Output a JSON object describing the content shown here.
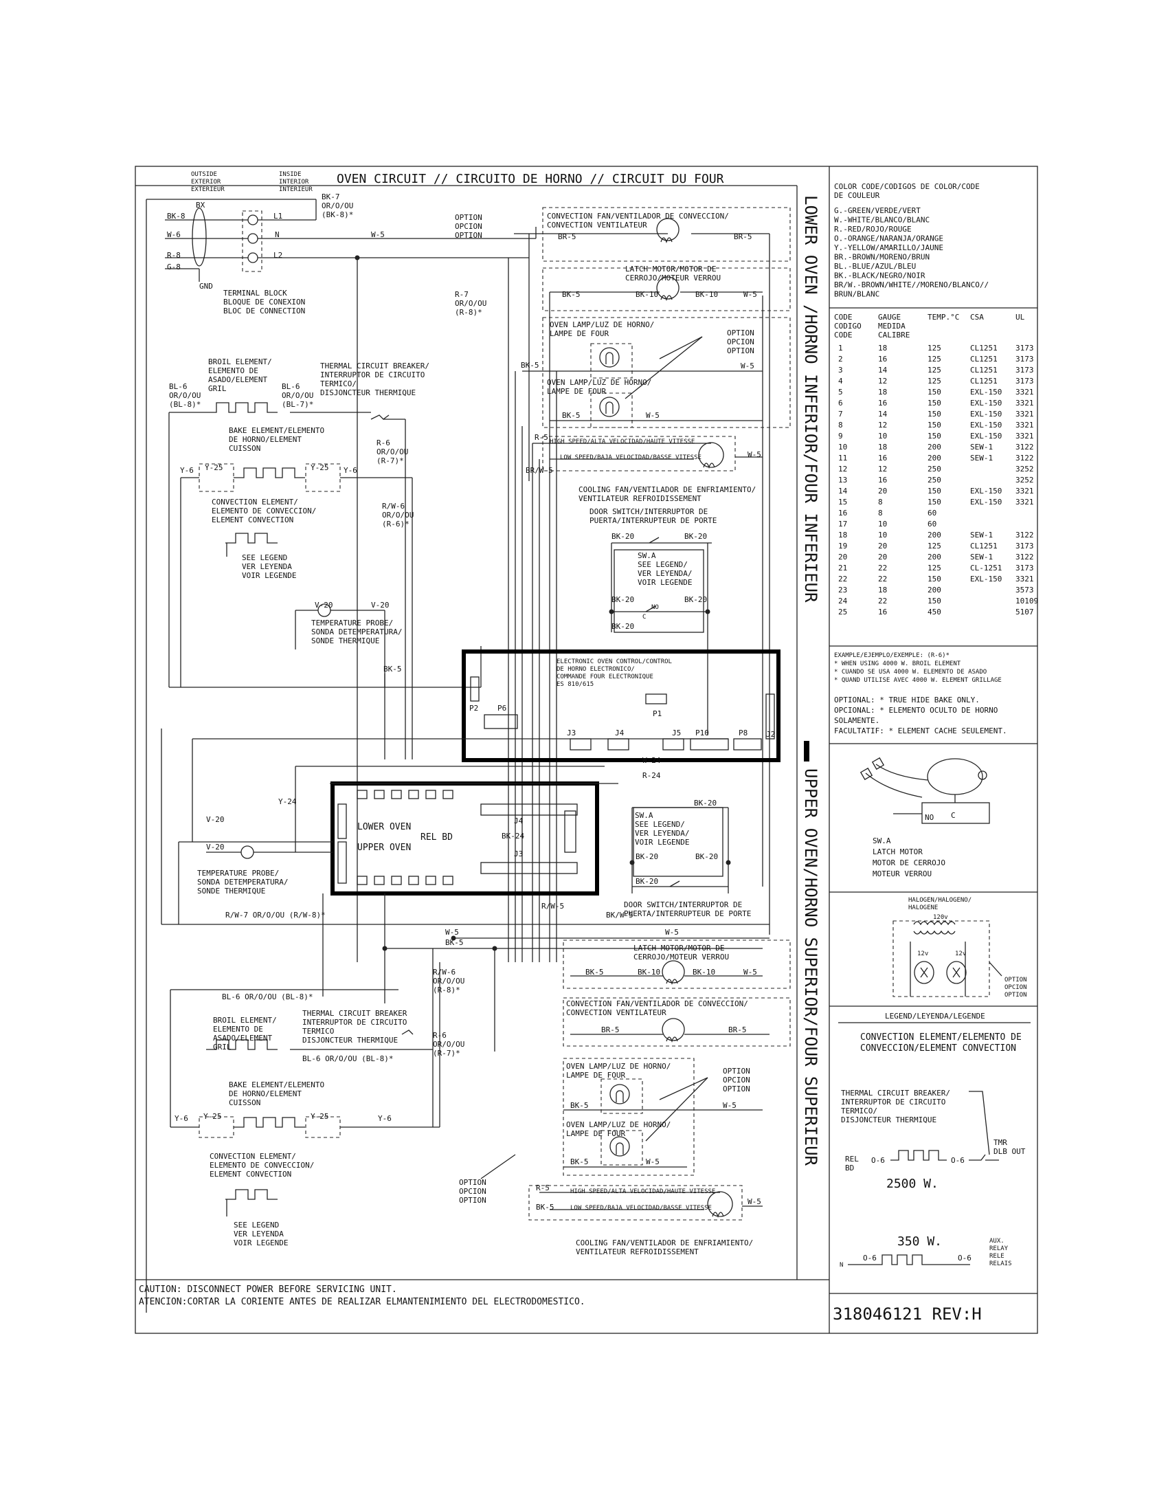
{
  "header": {
    "outside": "OUTSIDE\nEXTERIOR\nEXTERIEUR",
    "inside": "INSIDE\nINTERIOR\nINTERIEUR",
    "title": "OVEN CIRCUIT // CIRCUITO DE HORNO // CIRCUIT DU FOUR"
  },
  "side_banner": {
    "lower": "LOWER OVEN /HORNO INFERIOR/FOUR INFERIEUR",
    "upper": "UPPER OVEN/HORNO SUPERIOR/FOUR SUPERIEUR"
  },
  "color_code": {
    "title": "COLOR CODE/CODIGOS DE COLOR/CODE\nDE COULEUR",
    "entries": [
      "G.-GREEN/VERDE/VERT",
      "W.-WHITE/BLANCO/BLANC",
      "R.-RED/ROJO/ROUGE",
      "O.-ORANGE/NARANJA/ORANGE",
      "Y.-YELLOW/AMARILLO/JAUNE",
      "BR.-BROWN/MORENO/BRUN",
      "BL.-BLUE/AZUL/BLEU",
      "BK.-BLACK/NEGRO/NOIR",
      "BR/W.-BROWN/WHITE//MORENO/BLANCO//",
      "      BRUN/BLANC"
    ]
  },
  "gauge_table": {
    "headers": [
      "CODE\nCODIGO\nCODE",
      "GAUGE\nMEDIDA\nCALIBRE",
      "TEMP.°C",
      "CSA",
      "UL"
    ],
    "rows": [
      [
        "1",
        "18",
        "125",
        "CL1251",
        "3173"
      ],
      [
        "2",
        "16",
        "125",
        "CL1251",
        "3173"
      ],
      [
        "3",
        "14",
        "125",
        "CL1251",
        "3173"
      ],
      [
        "4",
        "12",
        "125",
        "CL1251",
        "3173"
      ],
      [
        "5",
        "18",
        "150",
        "EXL-150",
        "3321"
      ],
      [
        "6",
        "16",
        "150",
        "EXL-150",
        "3321"
      ],
      [
        "7",
        "14",
        "150",
        "EXL-150",
        "3321"
      ],
      [
        "8",
        "12",
        "150",
        "EXL-150",
        "3321"
      ],
      [
        "9",
        "10",
        "150",
        "EXL-150",
        "3321"
      ],
      [
        "10",
        "18",
        "200",
        "SEW-1",
        "3122"
      ],
      [
        "11",
        "16",
        "200",
        "SEW-1",
        "3122"
      ],
      [
        "12",
        "12",
        "250",
        "",
        "3252"
      ],
      [
        "13",
        "16",
        "250",
        "",
        "3252"
      ],
      [
        "14",
        "20",
        "150",
        "EXL-150",
        "3321"
      ],
      [
        "15",
        "8",
        "150",
        "EXL-150",
        "3321"
      ],
      [
        "16",
        "8",
        "60",
        "",
        ""
      ],
      [
        "17",
        "10",
        "60",
        "",
        ""
      ],
      [
        "18",
        "10",
        "200",
        "SEW-1",
        "3122"
      ],
      [
        "19",
        "20",
        "125",
        "CL1251",
        "3173"
      ],
      [
        "20",
        "20",
        "200",
        "SEW-1",
        "3122"
      ],
      [
        "21",
        "22",
        "125",
        "CL-1251",
        "3173"
      ],
      [
        "22",
        "22",
        "150",
        "EXL-150",
        "3321"
      ],
      [
        "23",
        "18",
        "200",
        "",
        "3573"
      ],
      [
        "24",
        "22",
        "150",
        "",
        "10109"
      ],
      [
        "25",
        "16",
        "450",
        "",
        "5107"
      ]
    ]
  },
  "example": {
    "line1": "EXAMPLE/EJEMPLO/EXEMPLE: (R-6)*",
    "line2": "* WHEN USING 4000 W. BROIL ELEMENT",
    "line3": "* CUANDO SE USA 4000 W. ELEMENTO DE ASADO",
    "line4": "* QUAND UTILISE AVEC 4000 W. ELEMENT GRILLAGE"
  },
  "optional": {
    "l1": "OPTIONAL:  * TRUE HIDE BAKE ONLY.",
    "l2": "OPCIONAL:  * ELEMENTO OCULTO DE HORNO",
    "l3": "             SOLAMENTE.",
    "l4": "FACULTATIF: * ELEMENT CACHE SEULEMENT."
  },
  "latch_legend": {
    "no": "NO",
    "c": "C",
    "l1": "SW.A",
    "l2": "LATCH MOTOR",
    "l3": "MOTOR DE CERROJO",
    "l4": "MOTEUR VERROU"
  },
  "halogen": {
    "title": "HALOGEN/HALOGENO/\nHALOGENE",
    "v120": "120v",
    "v12a": "12v",
    "v12b": "12v",
    "option": "OPTION\nOPCION\nOPTION"
  },
  "legend": {
    "title": "LEGEND/LEYENDA/LEGENDE",
    "conv": "CONVECTION ELEMENT/ELEMENTO DE\nCONVECCION/ELEMENT CONVECTION",
    "breaker": "THERMAL CIRCUIT BREAKER/\nINTERRUPTOR DE CIRCUITO\nTERMICO/\nDISJONCTEUR THERMIQUE",
    "tmr": "TMR\nDLB OUT",
    "rel": "REL\nBD",
    "o6a": "O-6",
    "o6b": "O-6",
    "w2500": "2500 W.",
    "w350": "350 W.",
    "aux": "AUX.\nRELAY\nRELE\nRELAIS",
    "n": "N",
    "o6c": "O-6",
    "o6d": "O-6"
  },
  "caution": {
    "l1": "CAUTION: DISCONNECT POWER BEFORE SERVICING UNIT.",
    "l2": "ATENCION:CORTAR LA CORIENTE ANTES DE REALIZAR ELMANTENIMIENTO DEL ELECTRODOMESTICO."
  },
  "part_no": "318046121 REV:H",
  "labels": {
    "bx": "BX",
    "bk8": "BK-8",
    "w6": "W-6",
    "r8": "R-8",
    "g8": "G-8",
    "gnd": "GND",
    "l1": "L1",
    "n": "N",
    "l2": "L2",
    "bk7": "BK-7\nOR/O/OU\n(BK-8)*",
    "tb": "TERMINAL BLOCK\nBLOQUE DE CONEXION\nBLOC DE CONNECTION",
    "w5_top": "W-5",
    "option1": "OPTION\nOPCION\nOPTION",
    "r7": "R-7\nOR/O/OU\n(R-8)*",
    "conv_fan_l": "CONVECTION FAN/VENTILADOR DE CONVECCION/\nCONVECTION VENTILATEUR",
    "br5a": "BR-5",
    "br5b": "BR-5",
    "latch_l": "LATCH MOTOR/MOTOR DE\nCERROJO/MOTEUR VERROU",
    "bk5a": "BK-5",
    "bk10a": "BK-10",
    "bk10b": "BK-10",
    "w5a": "W-5",
    "lamp_l1": "OVEN LAMP/LUZ DE HORNO/\nLAMPE DE FOUR",
    "option2": "OPTION\nOPCION\nOPTION",
    "bk5b": "BK-5",
    "w5b": "W-5",
    "lamp_l2": "OVEN LAMP/LUZ DE HORNO/\nLAMPE DE FOUR",
    "bk5c": "BK-5",
    "w5c": "W-5",
    "broil_l": "BROIL ELEMENT/\nELEMENTO DE\nASADO/ELEMENT\nGRIL",
    "bl6a": "BL-6\nOR/O/OU\n(BL-8)*",
    "bl6b": "BL-6\nOR/O/OU\n(BL-7)*",
    "tcb_l": "THERMAL CIRCUIT BREAKER/\nINTERRUPTOR DE CIRCUITO\nTERMICO/\nDISJONCTEUR THERMIQUE",
    "bake_l": "BAKE ELEMENT/ELEMENTO\nDE HORNO/ELEMENT\nCUISSON",
    "r6a": "R-6\nOR/O/OU\n(R-7)*",
    "y6a": "Y-6",
    "y25a": "Y-25",
    "y25b": "Y-25",
    "y6b": "Y-6",
    "conv_el_l": "CONVECTION ELEMENT/\nELEMENTO DE CONVECCION/\nELEMENT CONVECTION",
    "rw6a": "R/W-6\nOR/O/OU\n(R-6)*",
    "see_l": "SEE LEGEND\nVER LEYENDA\nVOIR LEGENDE",
    "r5a": "R-5",
    "hs_l": "HIGH SPEED/ALTA VELOCIDAD/HAUTE VITESSE",
    "ls_l": "LOW SPEED/BAJA VELOCIDAD/BASSE VITESSE",
    "brw5": "BR/W-5",
    "w5d": "W-5",
    "cool_l": "COOLING FAN/VENTILADOR DE ENFRIAMIENTO/\nVENTILATEUR REFROIDISSEMENT",
    "door_l": "DOOR SWITCH/INTERRUPTOR DE\nPUERTA/INTERRUPTEUR DE PORTE",
    "bk20a": "BK-20",
    "bk20b": "BK-20",
    "swa_l": "SW.A\nSEE LEGEND/\nVER LEYENDA/\nVOIR LEGENDE",
    "bk20c": "BK-20",
    "bk20d": "BK-20",
    "bk20e": "BK-20",
    "no": "NO",
    "c": "C",
    "v20a": "V-20",
    "v20b": "V-20",
    "probe_l": "TEMPERATURE PROBE/\nSONDA DETEMPERATURA/\nSONDE THERMIQUE",
    "bk5d": "BK-5",
    "eoc": "ELECTRONIC OVEN CONTROL/CONTROL\nDE HORNO ELECTRONICO/\nCOMMANDE FOUR ELECTRONIQUE\nES 810/615",
    "p1": "P1",
    "p2": "P2",
    "p6": "P6",
    "j3": "J3",
    "j4": "J4",
    "j5": "J5",
    "p10": "P10",
    "p8": "P8",
    "j2": "J2",
    "w24": "W-24",
    "r24": "R-24",
    "y24": "Y-24",
    "relbd_top": "LOWER OVEN",
    "relbd_mid": "REL BD",
    "relbd_bot": "UPPER OVEN",
    "j4b": "J4",
    "bk24": "BK-24",
    "j3b": "J3",
    "v20c": "V-20",
    "v20d": "V-20",
    "probe_l2": "TEMPERATURE PROBE/\nSONDA DETEMPERATURA/\nSONDE THERMIQUE",
    "bk20f": "BK-20",
    "swa_l2": "SW.A\nSEE LEGEND/\nVER LEYENDA/\nVOIR LEGENDE",
    "bk20g": "BK-20",
    "bk20h": "BK-20",
    "bk20i": "BK-20",
    "door_l2": "DOOR SWITCH/INTERRUPTOR DE\nPUERTA/INTERRUPTEUR DE PORTE",
    "rw5": "R/W-5",
    "bkw5": "BK/W-5",
    "rw7": "R/W-7 OR/O/OU (R/W-8)*",
    "w5e": "W-5",
    "w5f": "W-5",
    "bk5e": "BK-5",
    "latch_u": "LATCH MOTOR/MOTOR DE\nCERROJO/MOTEUR VERROU",
    "bk5f": "BK-5",
    "bk10c": "BK-10",
    "bk10d": "BK-10",
    "w5g": "W-5",
    "rw6b": "R/W-6\nOR/O/OU\n(R-8)*",
    "bl6c": "BL-6 OR/O/OU (BL-8)*",
    "broil_u": "BROIL ELEMENT/\nELEMENTO DE\nASADO/ELEMENT\nGRIL",
    "tcb_u": "THERMAL CIRCUIT BREAKER\nINTERRUPTOR DE CIRCUITO\nTERMICO\nDISJONCTEUR THERMIQUE",
    "r6b": "R-6\nOR/O/OU\n(R-7)*",
    "bl6d": "BL-6 OR/O/OU (BL-8)*",
    "conv_fan_u": "CONVECTION FAN/VENTILADOR DE CONVECCION/\nCONVECTION VENTILATEUR",
    "br5c": "BR-5",
    "br5d": "BR-5",
    "bake_u": "BAKE ELEMENT/ELEMENTO\nDE HORNO/ELEMENT\nCUISSON",
    "y6c": "Y-6",
    "y25c": "Y-25",
    "y25d": "Y-25",
    "y6d": "Y-6",
    "lamp_u1": "OVEN LAMP/LUZ DE HORNO/\nLAMPE DE FOUR",
    "option3": "OPTION\nOPCION\nOPTION",
    "bk5g": "BK-5",
    "w5h": "W-5",
    "lamp_u2": "OVEN LAMP/LUZ DE HORNO/\nLAMPE DE FOUR",
    "bk5h": "BK-5",
    "w5i": "W-5",
    "conv_el_u": "CONVECTION ELEMENT/\nELEMENTO DE CONVECCION/\nELEMENT CONVECTION",
    "option4": "OPTION\nOPCION\nOPTION",
    "r5b": "R-5",
    "bk5i": "BK-5",
    "hs_u": "HIGH SPEED/ALTA VELOCIDAD/HAUTE VITESSE",
    "ls_u": "LOW SPEED/BAJA VELOCIDAD/BASSE VITESSE",
    "w5j": "W-5",
    "see_u": "SEE LEGEND\nVER LEYENDA\nVOIR LEGENDE",
    "cool_u": "COOLING FAN/VENTILADOR DE ENFRIAMIENTO/\nVENTILATEUR REFROIDISSEMENT"
  }
}
